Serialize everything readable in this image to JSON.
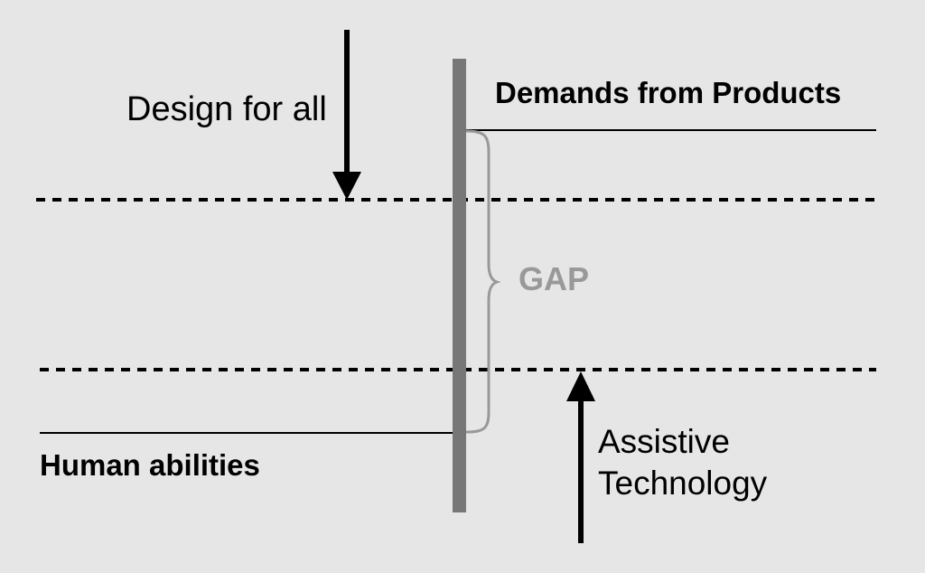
{
  "labels": {
    "design_for_all": "Design for all",
    "demands_from_products": "Demands from Products",
    "gap": "GAP",
    "assistive_line1": "Assistive",
    "assistive_line2": "Technology",
    "human_abilities": "Human abilities"
  },
  "colors": {
    "background": "#e6e6e6",
    "bar": "#777777",
    "gap_brace": "#999999",
    "line": "#000000"
  }
}
